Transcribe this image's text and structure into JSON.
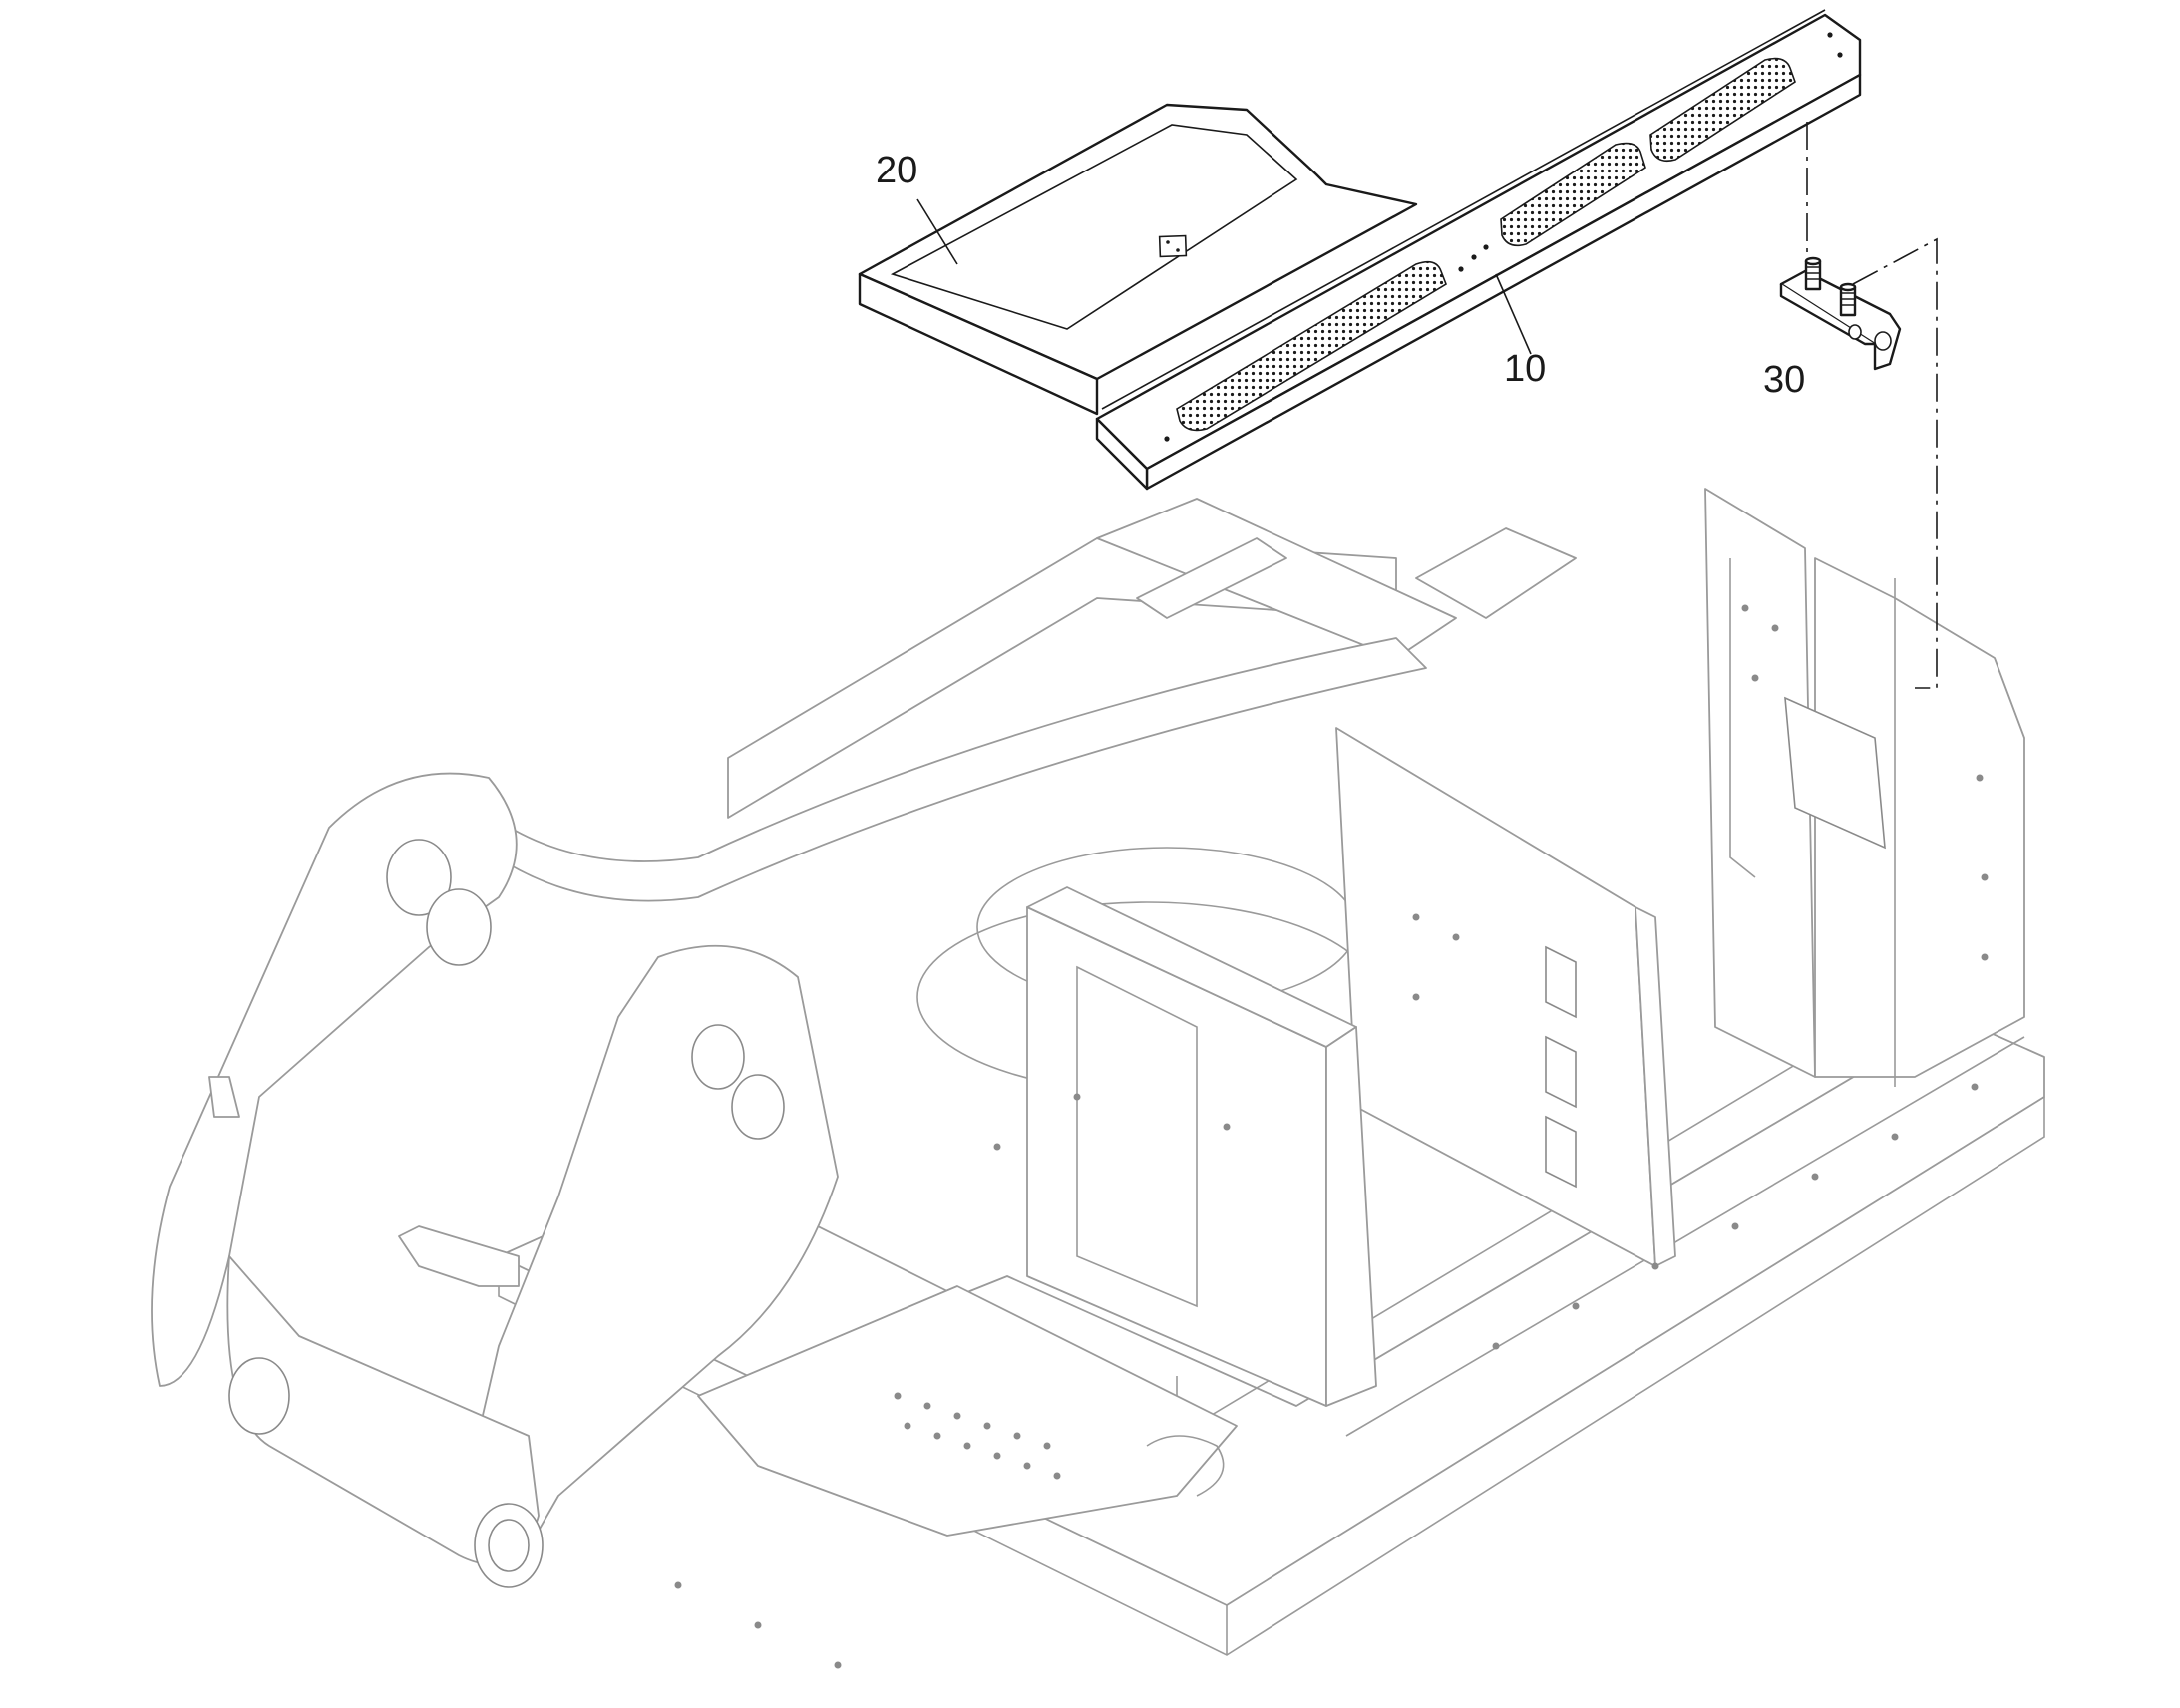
{
  "callouts": {
    "part_10": "10",
    "part_20": "20",
    "part_30": "30"
  },
  "icons": {
    "part_10": "step-plate-with-perforated-grip-strips",
    "part_20": "cover-plate",
    "part_30": "mounting-bracket-with-studs",
    "assembly": "upper-frame-weldment"
  },
  "colors": {
    "line_dark": "#1a1a1a",
    "line_light": "#9a9a9a",
    "background": "#ffffff"
  }
}
